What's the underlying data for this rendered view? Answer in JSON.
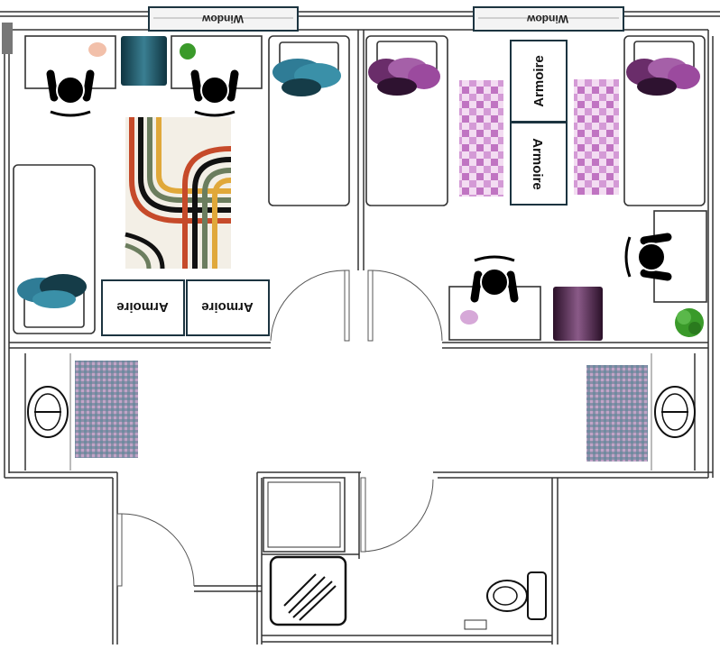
{
  "labels": {
    "window_left": "Window",
    "window_right": "Window",
    "armoire_left_1": "Armoire",
    "armoire_left_2": "Armoire",
    "armoire_right_1": "Armoire",
    "armoire_right_2": "Armoire"
  },
  "colors": {
    "left_room_accent": "#2b6f85",
    "right_room_accent": "#9b4a9e",
    "plant": "#3a9a2a"
  }
}
